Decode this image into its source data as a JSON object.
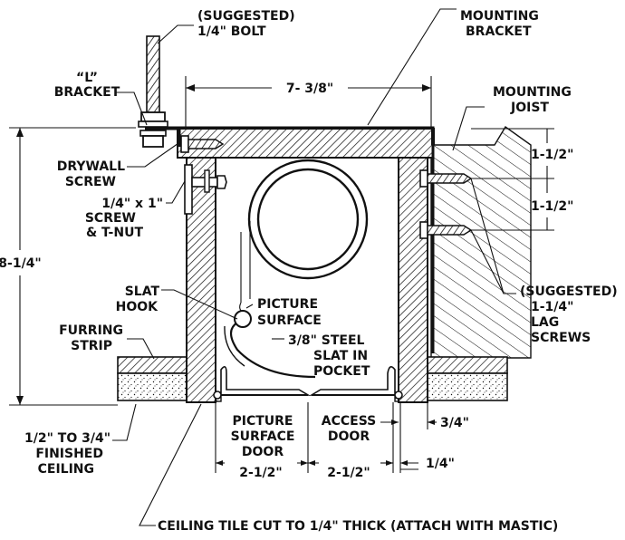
{
  "diagram": {
    "labels": {
      "suggested_bolt_1": "(SUGGESTED)",
      "suggested_bolt_2": "1/4\" BOLT",
      "mounting_bracket_1": "MOUNTING",
      "mounting_bracket_2": "BRACKET",
      "l_bracket_1": "“L”",
      "l_bracket_2": "BRACKET",
      "width_dim": "7- 3/8\"",
      "mounting_joist_1": "MOUNTING",
      "mounting_joist_2": "JOIST",
      "drywall_screw_1": "DRYWALL",
      "drywall_screw_2": "SCREW",
      "dim_1_5_top": "1-1/2\"",
      "dim_1_5_bottom": "1-1/2\"",
      "screw_tnut_1": "1/4\" x 1\"",
      "screw_tnut_2": "SCREW",
      "screw_tnut_3": "& T-NUT",
      "height_dim": "8-1/4\"",
      "slat_hook_1": "SLAT",
      "slat_hook_2": "HOOK",
      "picture_surface_1": "PICTURE",
      "picture_surface_2": "SURFACE",
      "lag_screws_1": "(SUGGESTED)",
      "lag_screws_2": "1-1/4\"",
      "lag_screws_3": "LAG",
      "lag_screws_4": "SCREWS",
      "furring_strip_1": "FURRING",
      "furring_strip_2": "STRIP",
      "steel_slat_1": "3/8\" STEEL",
      "steel_slat_2": "SLAT IN",
      "steel_slat_3": "POCKET",
      "finished_ceiling_1": "1/2\" TO 3/4\"",
      "finished_ceiling_2": "FINISHED",
      "finished_ceiling_3": "CEILING",
      "picture_door_1": "PICTURE",
      "picture_door_2": "SURFACE",
      "picture_door_3": "DOOR",
      "access_door_1": "ACCESS",
      "access_door_2": "DOOR",
      "dim_3_4": "3/4\"",
      "dim_2_5_left": "2-1/2\"",
      "dim_2_5_right": "2-1/2\"",
      "dim_1_4": "1/4\"",
      "ceiling_tile_note": "CEILING TILE CUT TO 1/4\" THICK (ATTACH WITH MASTIC)"
    }
  }
}
